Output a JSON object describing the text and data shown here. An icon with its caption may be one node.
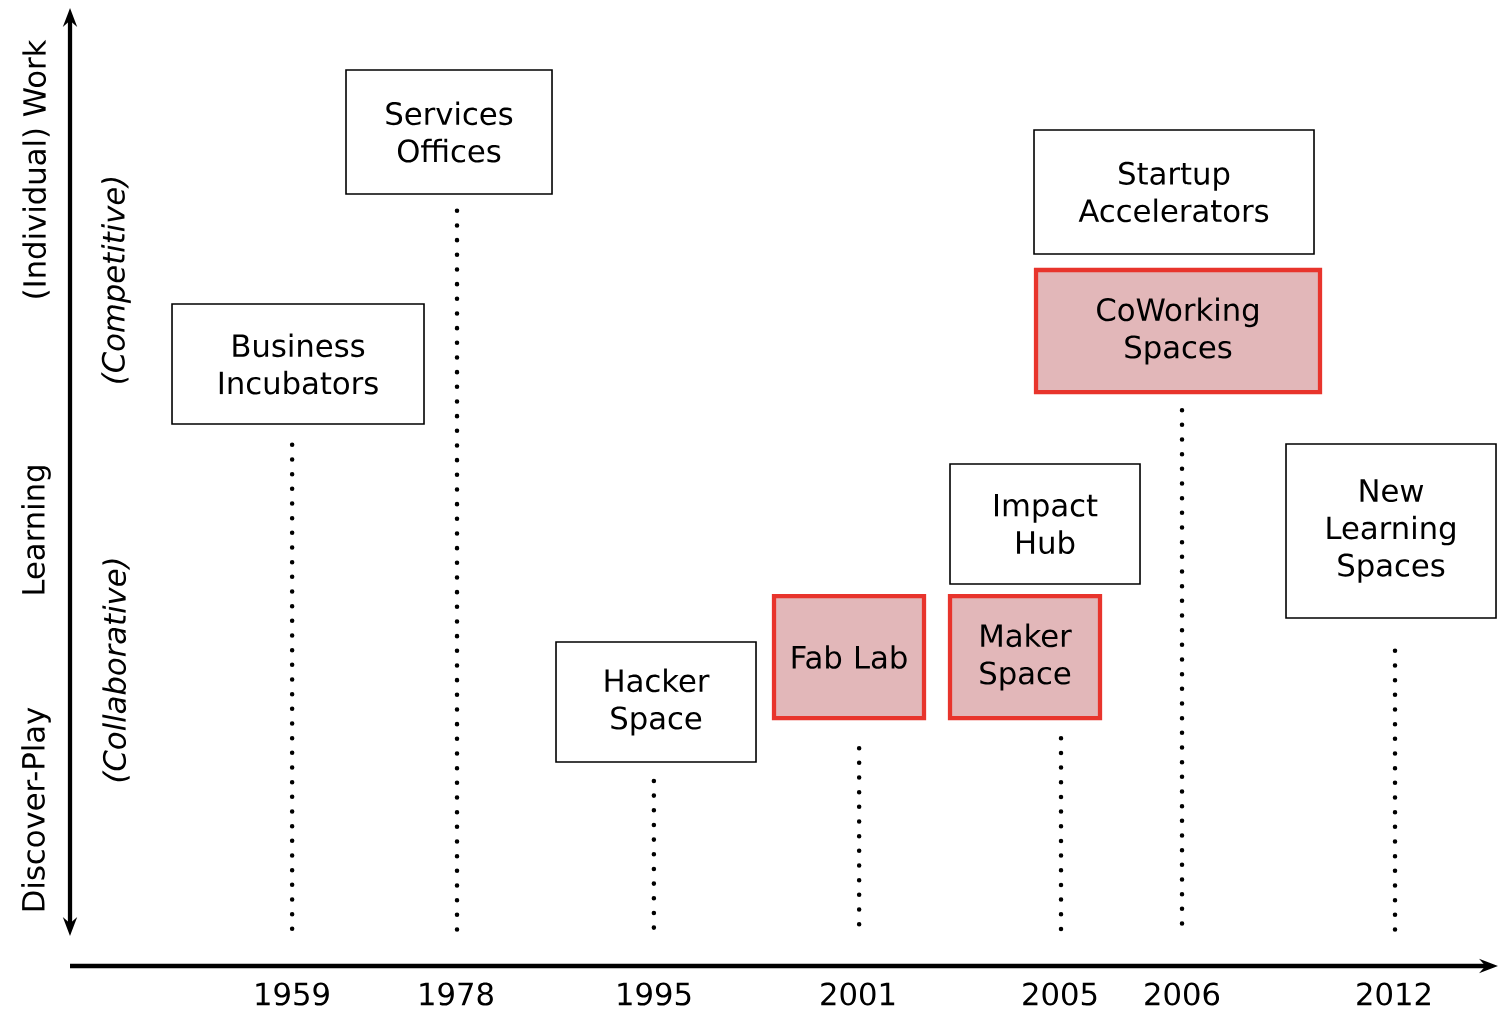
{
  "diagram": {
    "nodes": [
      {
        "text": [
          "Services Offices"
        ]
      },
      {
        "text": [
          "Startup Accelerators"
        ]
      },
      {
        "text": [
          "Business Incubators"
        ]
      },
      {
        "text": [
          "CoWorking Spaces"
        ]
      },
      {
        "text": [
          "Impact Hub"
        ]
      },
      {
        "text": [
          "New Learning Spaces"
        ]
      },
      {
        "text": [
          "Fab Lab"
        ]
      },
      {
        "text": [
          "Maker Space"
        ]
      },
      {
        "text": [
          "Hacker Space"
        ]
      }
    ],
    "edges": [
      {
        "from": 2,
        "to": null,
        "arrow": "none",
        "style": "dashed"
      },
      {
        "from": 0,
        "to": null,
        "arrow": "none",
        "style": "dashed"
      },
      {
        "from": 8,
        "to": null,
        "arrow": "none",
        "style": "dashed"
      },
      {
        "from": 6,
        "to": null,
        "arrow": "none",
        "style": "dashed"
      },
      {
        "from": 7,
        "to": null,
        "arrow": "none",
        "style": "dashed"
      },
      {
        "from": 3,
        "to": null,
        "arrow": "none",
        "style": "dashed"
      },
      {
        "from": 5,
        "to": null,
        "arrow": "none",
        "style": "dashed"
      }
    ],
    "labels": [
      "(Individual) Work",
      "Learning",
      "Discover-Play",
      "(Competitive)",
      "(Collaborative)",
      "1959",
      "1978",
      "1995",
      "2001",
      "2005",
      "2006",
      "2012"
    ]
  }
}
